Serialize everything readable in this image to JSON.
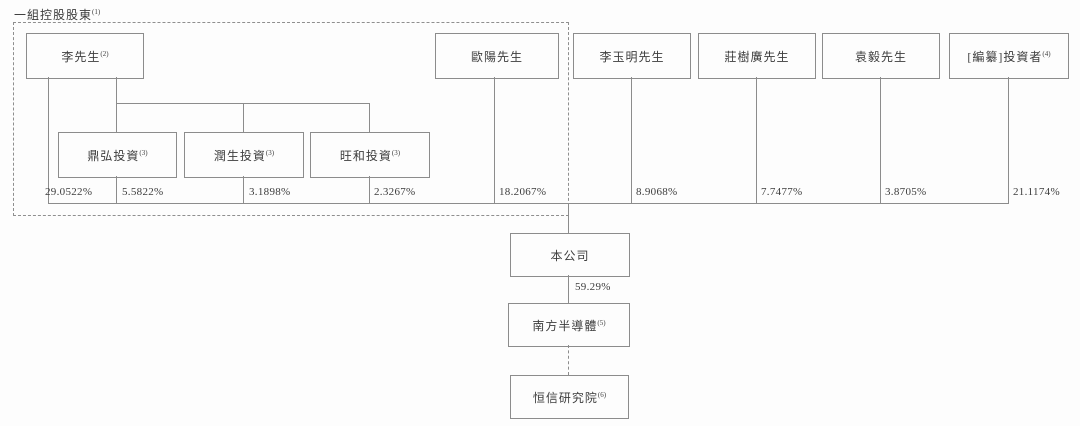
{
  "diagram": {
    "type": "org-shareholding-chart",
    "group_label": "一組控股股東",
    "group_label_sup": "(1)",
    "nodes": {
      "mr_li": {
        "label": "李先生",
        "sup": "(2)"
      },
      "dinghong": {
        "label": "鼎弘投資",
        "sup": "(3)"
      },
      "runsheng": {
        "label": "潤生投資",
        "sup": "(3)"
      },
      "wanghe": {
        "label": "旺和投資",
        "sup": "(3)"
      },
      "mr_ouyang": {
        "label": "歐陽先生",
        "sup": ""
      },
      "mr_li_yuming": {
        "label": "李玉明先生",
        "sup": ""
      },
      "mr_zhuang_shuguang": {
        "label": "莊樹廣先生",
        "sup": ""
      },
      "mr_yuan_yi": {
        "label": "袁毅先生",
        "sup": ""
      },
      "redacted_investors": {
        "label": "[編纂]投資者",
        "sup": "(4)"
      },
      "company": {
        "label": "本公司",
        "sup": ""
      },
      "southern_semiconductor": {
        "label": "南方半導體",
        "sup": "(5)"
      },
      "hengxin_research": {
        "label": "恒信研究院",
        "sup": "(6)"
      }
    },
    "percentages": {
      "mr_li_direct": "29.0522%",
      "dinghong": "5.5822%",
      "runsheng": "3.1898%",
      "wanghe": "2.3267%",
      "mr_ouyang": "18.2067%",
      "mr_li_yuming": "8.9068%",
      "mr_zhuang_shuguang": "7.7477%",
      "mr_yuan_yi": "3.8705%",
      "redacted_investors": "21.1174%",
      "company_to_southern": "59.29%"
    },
    "colors": {
      "line": "#8c8c8c",
      "text": "#3d3d3d",
      "background": "#fdfdfd"
    }
  }
}
